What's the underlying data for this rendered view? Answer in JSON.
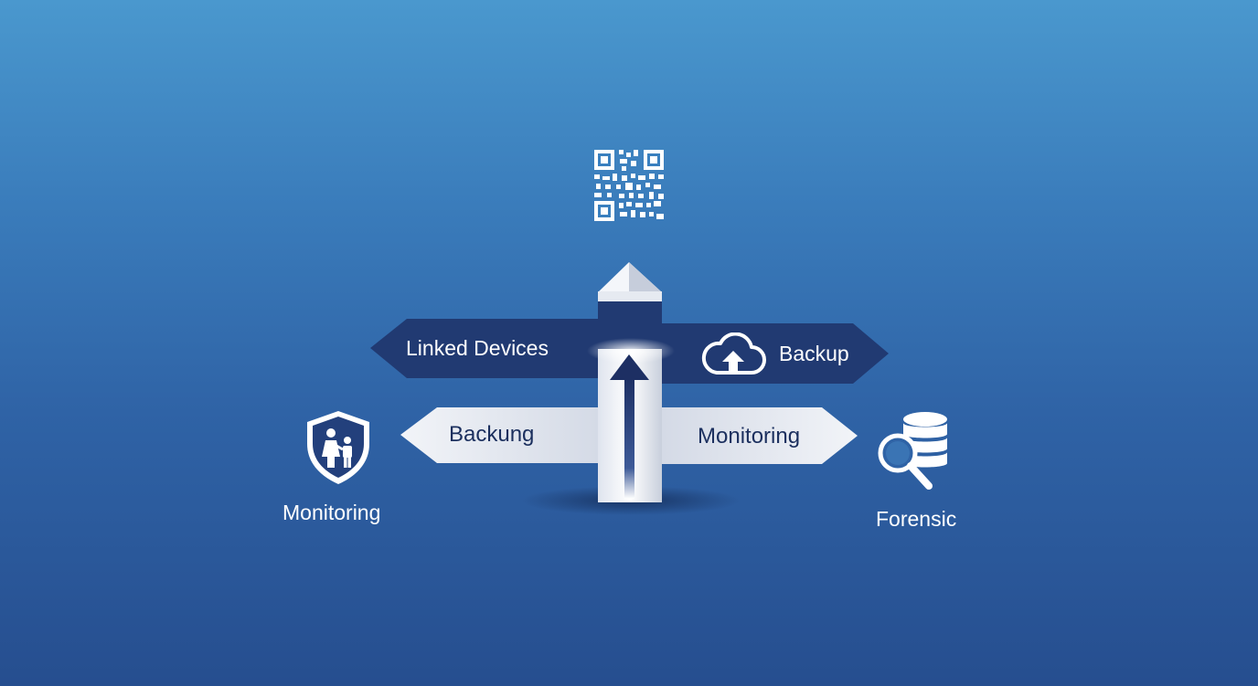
{
  "signs": {
    "top_left": "Linked Devices",
    "top_right": "Backup",
    "bottom_left": "Backung",
    "bottom_right": "Monitoring"
  },
  "side_items": {
    "left_caption": "Monitoring",
    "right_caption": "Forensic"
  },
  "icons": {
    "qr": "qr-code-icon",
    "cloud": "cloud-upload-icon",
    "shield": "family-shield-icon",
    "forensic": "database-search-icon"
  },
  "colors": {
    "dark_sign": "#213a72",
    "light_sign": "#e9edf4",
    "text_dark": "#1b2f5e"
  }
}
